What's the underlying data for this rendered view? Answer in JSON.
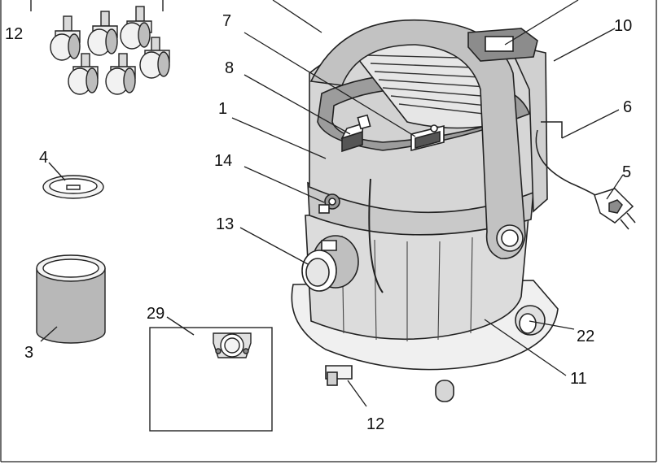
{
  "diagram": {
    "labels": {
      "castors_top": "12",
      "filter_disc": "4",
      "filter_cylinder": "3",
      "motor_head": "1",
      "switch_8": "8",
      "switch_7": "7",
      "blow_connector": "14",
      "suction_inlet": "13",
      "inset_29": "29",
      "plug": "5",
      "cable_hook": "6",
      "handle_top": "10",
      "container": "11",
      "wheel_22": "22",
      "castor_bottom": "12"
    },
    "colors": {
      "line": "#222222",
      "light_fill": "#f2f2f2",
      "mid_fill": "#d9d9d9",
      "dark_fill": "#8c8c8c",
      "filter_fill": "#b8b8b8"
    }
  }
}
